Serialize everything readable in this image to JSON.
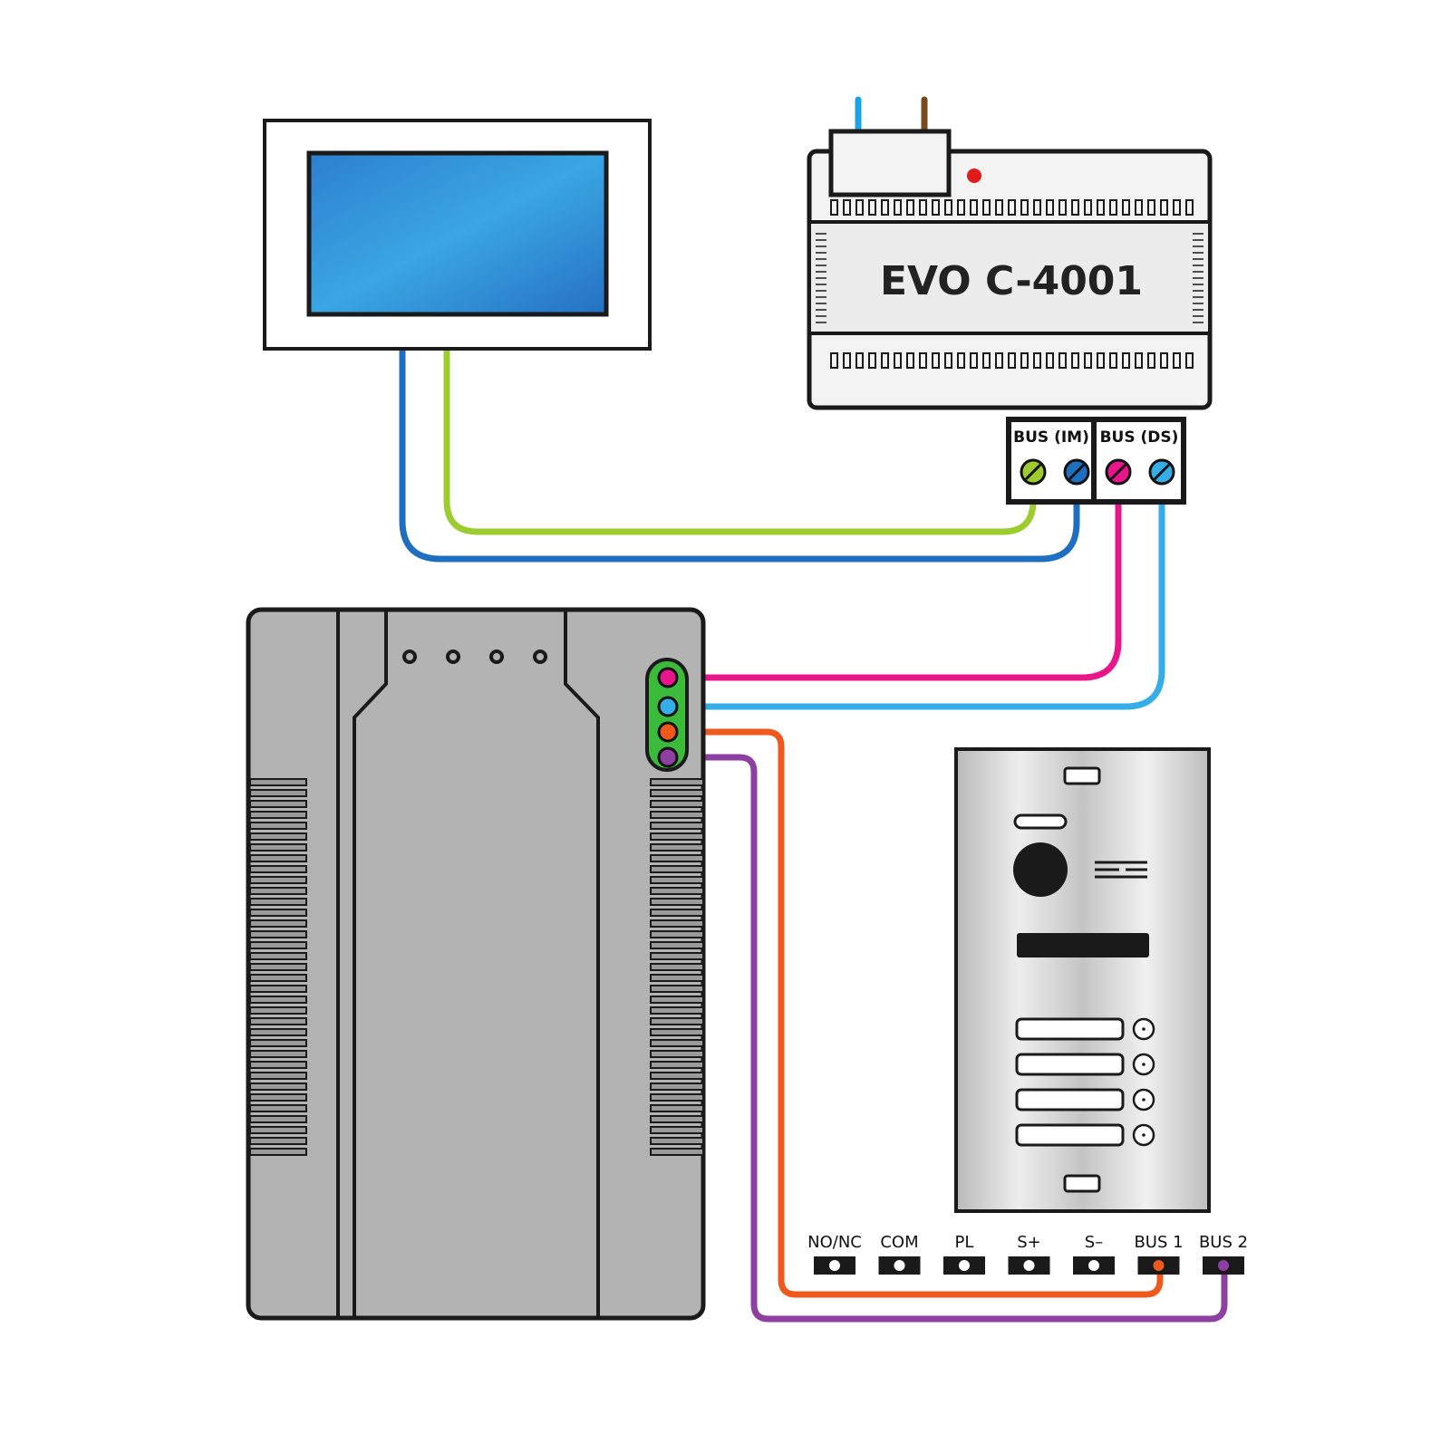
{
  "controller": {
    "model": "EVO C-4001",
    "bus_im_label": "BUS (IM)",
    "bus_ds_label": "BUS (DS)"
  },
  "door_station": {
    "name_buttons": 4
  },
  "terminals": [
    {
      "label": "NO/NC"
    },
    {
      "label": "COM"
    },
    {
      "label": "PL"
    },
    {
      "label": "S+"
    },
    {
      "label": "S–"
    },
    {
      "label": "BUS 1"
    },
    {
      "label": "BUS 2"
    }
  ],
  "wire_colors": {
    "green": "#9ccc2e",
    "dark_blue": "#1f6fc0",
    "magenta": "#e8168a",
    "light_blue": "#35aee8",
    "orange": "#ef5a1c",
    "purple": "#8e3fa2",
    "mains_blue": "#1aa3e6",
    "mains_brown": "#7a4a1c"
  },
  "status_led_color": "#e01b1b"
}
